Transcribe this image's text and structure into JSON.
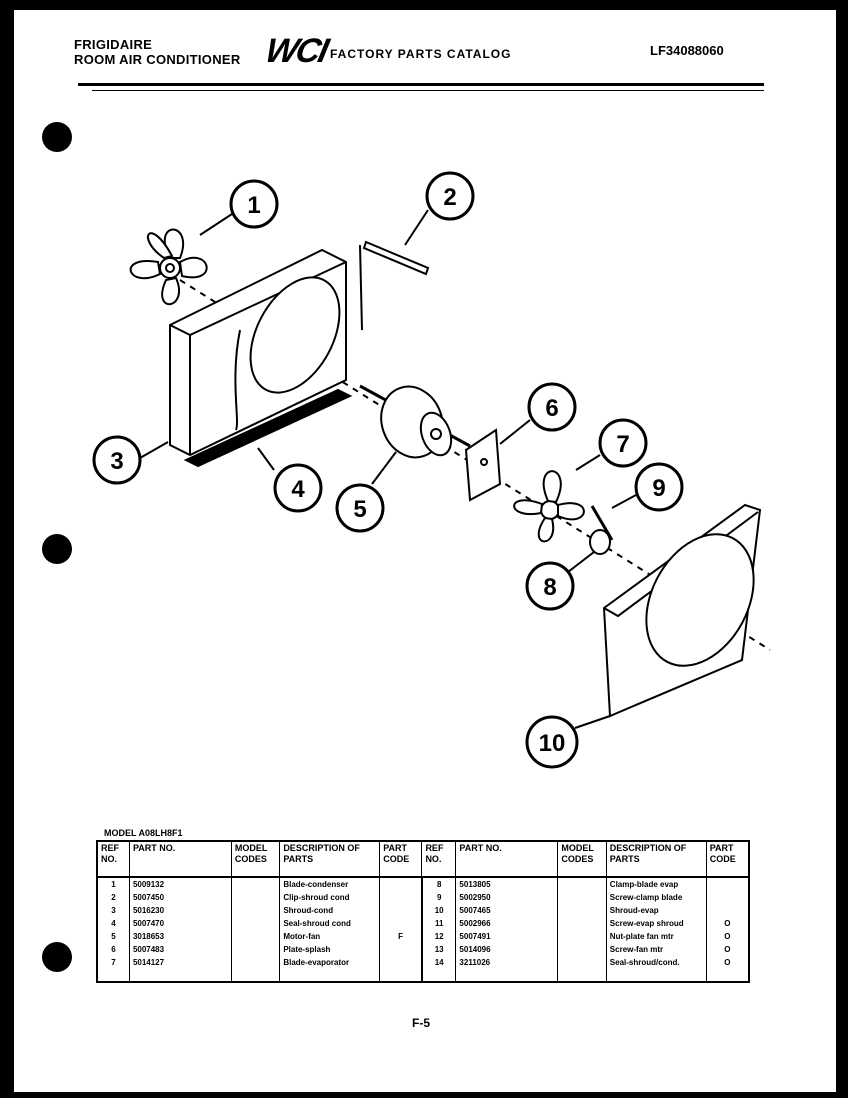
{
  "header": {
    "brand_line1": "FRIGIDAIRE",
    "brand_line2": "ROOM AIR CONDITIONER",
    "logo": "WCI",
    "catalog_title": "FACTORY PARTS CATALOG",
    "catalog_code": "LF34088060"
  },
  "diagram": {
    "callouts": [
      "1",
      "2",
      "3",
      "4",
      "5",
      "6",
      "7",
      "8",
      "9",
      "10"
    ]
  },
  "model_label": "MODEL A08LH8F1",
  "table": {
    "headers": {
      "ref": "REF NO.",
      "part": "PART NO.",
      "model": "MODEL CODES",
      "desc": "DESCRIPTION OF PARTS",
      "code": "PART CODE"
    },
    "left": [
      {
        "ref": "1",
        "part": "5009132",
        "model": "",
        "desc": "Blade-condenser",
        "code": ""
      },
      {
        "ref": "2",
        "part": "5007450",
        "model": "",
        "desc": "Clip-shroud cond",
        "code": ""
      },
      {
        "ref": "3",
        "part": "5016230",
        "model": "",
        "desc": "Shroud-cond",
        "code": ""
      },
      {
        "ref": "4",
        "part": "5007470",
        "model": "",
        "desc": "Seal-shroud cond",
        "code": ""
      },
      {
        "ref": "5",
        "part": "3018653",
        "model": "",
        "desc": "Motor-fan",
        "code": "F"
      },
      {
        "ref": "6",
        "part": "5007483",
        "model": "",
        "desc": "Plate-splash",
        "code": ""
      },
      {
        "ref": "7",
        "part": "5014127",
        "model": "",
        "desc": "Blade-evaporator",
        "code": ""
      }
    ],
    "right": [
      {
        "ref": "8",
        "part": "5013805",
        "model": "",
        "desc": "Clamp-blade evap",
        "code": ""
      },
      {
        "ref": "9",
        "part": "5002950",
        "model": "",
        "desc": "Screw-clamp blade",
        "code": ""
      },
      {
        "ref": "10",
        "part": "5007465",
        "model": "",
        "desc": "Shroud-evap",
        "code": ""
      },
      {
        "ref": "11",
        "part": "5002966",
        "model": "",
        "desc": "Screw-evap shroud",
        "code": "O"
      },
      {
        "ref": "12",
        "part": "5007491",
        "model": "",
        "desc": "Nut-plate fan mtr",
        "code": "O"
      },
      {
        "ref": "13",
        "part": "5014096",
        "model": "",
        "desc": "Screw-fan mtr",
        "code": "O"
      },
      {
        "ref": "14",
        "part": "3211026",
        "model": "",
        "desc": "Seal-shroud/cond.",
        "code": "O"
      }
    ]
  },
  "page_number": "F-5",
  "colors": {
    "ink": "#000000",
    "paper": "#ffffff",
    "border": "#000000"
  }
}
